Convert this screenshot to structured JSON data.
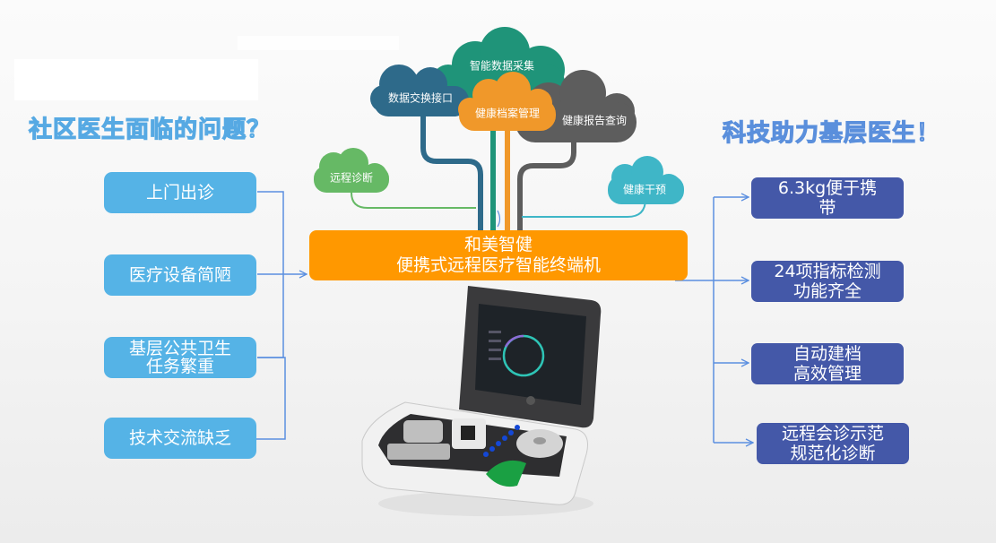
{
  "left_panel": {
    "title": "社区医生面临的问题？",
    "items": [
      {
        "label": "上门出诊"
      },
      {
        "label": "医疗设备简陋"
      },
      {
        "label": "基层公共卫生\n任务繁重"
      },
      {
        "label": "技术交流缺乏"
      }
    ]
  },
  "right_panel": {
    "title": "科技助力基层医生！",
    "items": [
      {
        "label": "6.3kg便于携\n带"
      },
      {
        "label": "24项指标检测\n功能齐全"
      },
      {
        "label": "自动建档\n高效管理"
      },
      {
        "label": "远程会诊示范\n规范化诊断"
      }
    ]
  },
  "center": {
    "line1": "和美智健",
    "line2": "便携式远程医疗智能终端机"
  },
  "clouds": [
    {
      "id": "data-collection",
      "label": "智能数据采集",
      "color": "#1f9479"
    },
    {
      "id": "data-exchange",
      "label": "数据交换接口",
      "color": "#2e6a8a"
    },
    {
      "id": "health-records",
      "label": "健康档案管理",
      "color": "#f0982a"
    },
    {
      "id": "health-report",
      "label": "健康报告查询",
      "color": "#5d5d5d"
    },
    {
      "id": "remote-diagnosis",
      "label": "远程诊断",
      "color": "#66b965"
    },
    {
      "id": "health-intervention",
      "label": "健康干预",
      "color": "#3fb6c7"
    }
  ],
  "colors": {
    "left_box": "#55b3e6",
    "right_box": "#4458a8",
    "center_bar": "#ff9800",
    "connector": "#5b8fe0"
  }
}
